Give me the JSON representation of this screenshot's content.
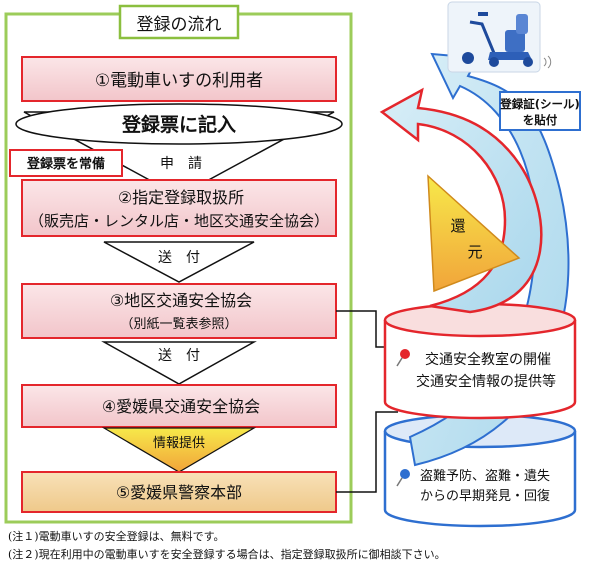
{
  "title": "登録の流れ",
  "steps": {
    "user": "①電動車いすの利用者",
    "form": "登録票に記入",
    "dealer_line1": "②指定登録取扱所",
    "dealer_line2": "（販売店・レンタル店・地区交通安全協会）",
    "district_line1": "③地区交通安全協会",
    "district_line2": "（別紙一覧表参照）",
    "prefecture": "④愛媛県交通安全協会",
    "police": "⑤愛媛県警察本部"
  },
  "arrows": {
    "apply": "申　請",
    "send1": "送　付",
    "send2": "送　付",
    "info": "情報提供"
  },
  "badges": {
    "keep_form": "登録票を常備",
    "sticker_line1": "登録証(シール)",
    "sticker_line2": "を貼付",
    "return_char1": "還",
    "return_char2": "元"
  },
  "cylinders": {
    "red_line1": "交通安全教室の開催",
    "red_line2": "交通安全情報の提供等",
    "blue_line1": "盗難予防、盗難・遺失",
    "blue_line2": "からの早期発見・回復"
  },
  "notes": [
    "(注１)電動車いすの安全登録は、無料です。",
    "(注２)現在利用中の電動車いすを安全登録する場合は、指定登録取扱所に御相談下さい。"
  ],
  "colors": {
    "red": "#e4262c",
    "pink_fill": "#f7d3d6",
    "title_green": "#8bbf3f",
    "panel_border": "#9ccc5a",
    "yellow": "#f4e62a",
    "orange": "#f3b33d",
    "blue": "#2e6fd0",
    "police_fill": "#f5d29a"
  },
  "icons": [
    "wheelchair-scooter-icon",
    "red-pushpin-icon",
    "blue-pushpin-icon"
  ]
}
